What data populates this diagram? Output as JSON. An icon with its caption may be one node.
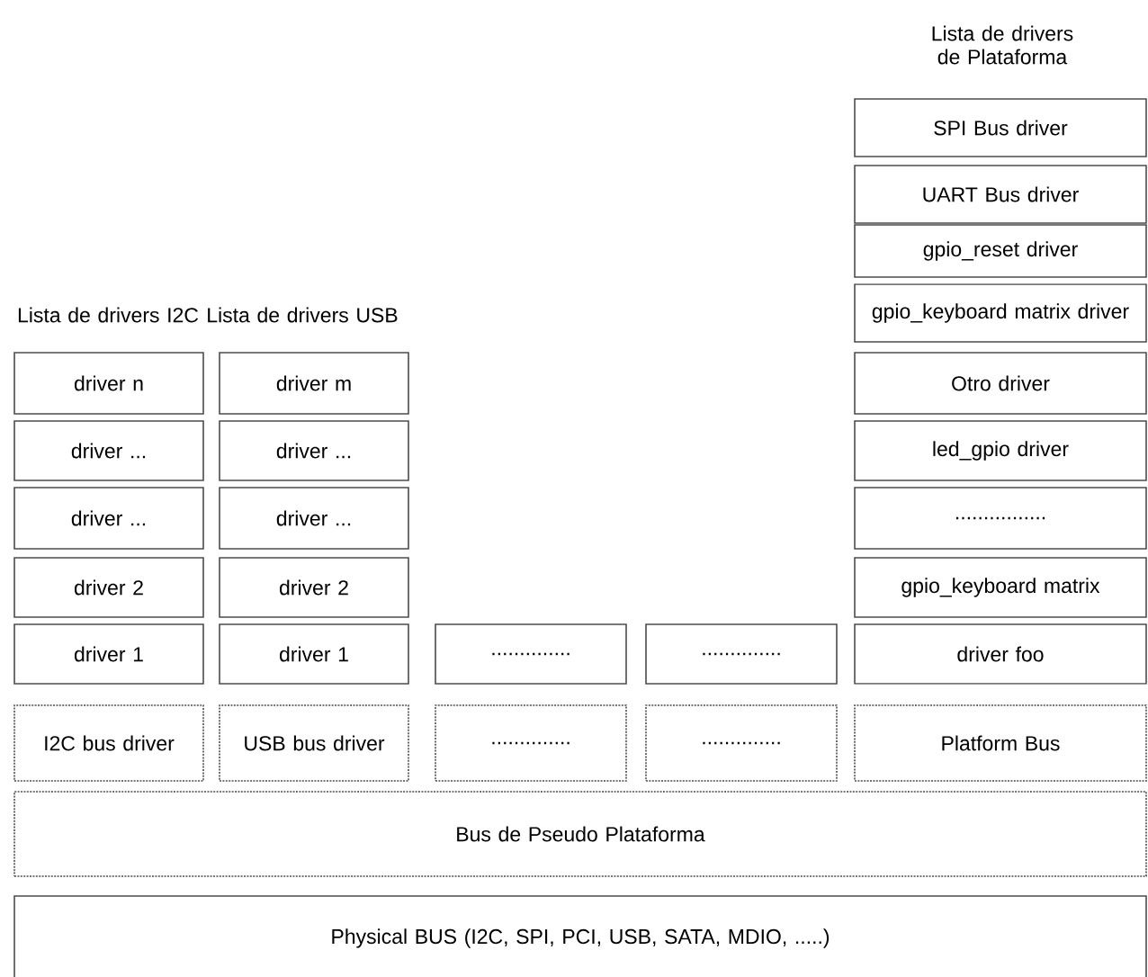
{
  "diagram": {
    "nodes": [
      {
        "text": [
          "SPI Bus driver"
        ]
      },
      {
        "text": [
          "UART Bus driver"
        ]
      },
      {
        "text": [
          "gpio_reset driver"
        ]
      },
      {
        "text": [
          "gpio_keyboard matrix driver"
        ]
      },
      {
        "text": [
          "driver  n"
        ]
      },
      {
        "text": [
          "driver  m"
        ]
      },
      {
        "text": [
          "Otro driver"
        ]
      },
      {
        "text": [
          "driver  ..."
        ]
      },
      {
        "text": [
          "driver  ..."
        ]
      },
      {
        "text": [
          "led_gpio driver"
        ]
      },
      {
        "text": [
          "driver  ..."
        ]
      },
      {
        "text": [
          "driver  ..."
        ]
      },
      {
        "text": [
          "................"
        ]
      },
      {
        "text": [
          "driver  2"
        ]
      },
      {
        "text": [
          "driver  2"
        ]
      },
      {
        "text": [
          "gpio_keyboard matrix"
        ]
      },
      {
        "text": [
          "driver  1"
        ]
      },
      {
        "text": [
          "driver  1"
        ]
      },
      {
        "text": [
          ".............."
        ]
      },
      {
        "text": [
          ".............."
        ]
      },
      {
        "text": [
          "driver  foo"
        ]
      },
      {
        "text": [
          "I2C bus driver"
        ]
      },
      {
        "text": [
          "USB bus driver"
        ]
      },
      {
        "text": [
          ".............."
        ]
      },
      {
        "text": [
          ".............."
        ]
      },
      {
        "text": [
          "Platform Bus"
        ]
      },
      {
        "text": [
          "Bus de Pseudo Plataforma"
        ]
      },
      {
        "text": [
          "Physical  BUS (I2C, SPI, PCI, USB, SATA, MDIO, .....)"
        ]
      }
    ],
    "labels": [
      "Lista de drivers de Plataforma",
      "Lista de drivers I2C",
      "Lista de drivers USB"
    ]
  }
}
